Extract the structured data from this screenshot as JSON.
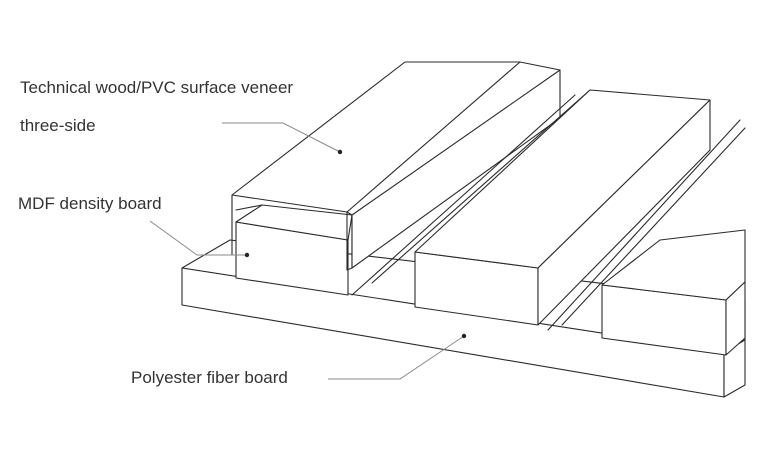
{
  "labels": {
    "veneer_line1": "Technical wood/PVC surface veneer",
    "veneer_line2": "three-side",
    "mdf": "MDF density board",
    "polyester": "Polyester fiber board"
  },
  "colors": {
    "line": "#2b2b2b",
    "leader": "#8a8a8a",
    "text": "#333333",
    "background": "#ffffff"
  }
}
